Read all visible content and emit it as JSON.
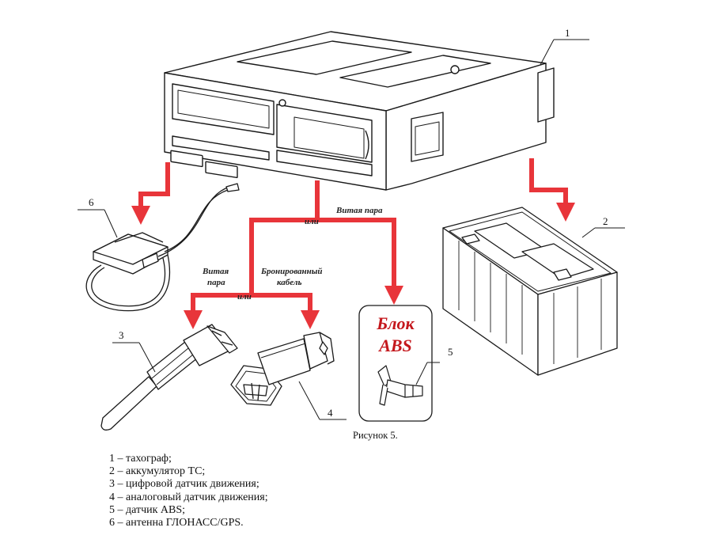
{
  "labels": {
    "n1": "1",
    "n2": "2",
    "n3": "3",
    "n4": "4",
    "n5": "5",
    "n6": "6",
    "twisted_pair_top": "Витая пара",
    "ili_top": "или",
    "twisted_pair_left_l1": "Витая",
    "twisted_pair_left_l2": "пара",
    "ili_mid": "или",
    "armored_l1": "Бронированный",
    "armored_l2": "кабель",
    "abs_box_l1": "Блок",
    "abs_box_l2": "ABS"
  },
  "figure_caption": "Рисунок 5.",
  "legend": [
    "1 – тахограф;",
    "2 – аккумулятор ТС;",
    "3 – цифровой датчик движения;",
    "4 – аналоговый датчик движения;",
    "5 – датчик ABS;",
    "6 – антенна ГЛОНАСС/GPS."
  ],
  "colors": {
    "arrow": "#e8353a",
    "abs_text": "#c4171c",
    "line": "#1a1a1a"
  }
}
